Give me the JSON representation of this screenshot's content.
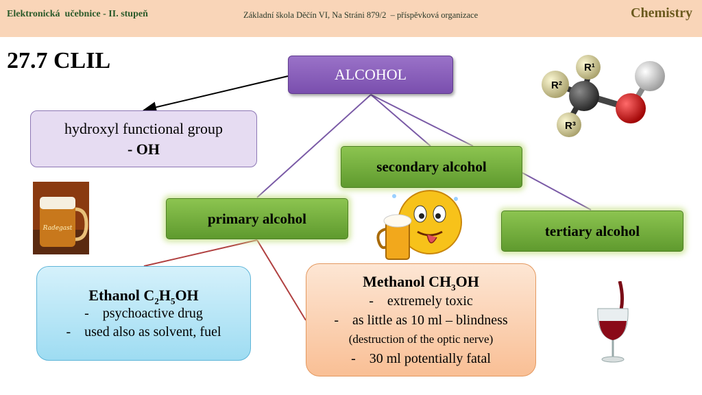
{
  "header": {
    "left": "Elektronická  učebnice - II. stupeň",
    "middle": "Základní škola Děčín VI, Na Stráni 879/2  – příspěvková organizace",
    "right": "Chemistry"
  },
  "title": "27.7 CLIL",
  "alcohol": "ALCOHOL",
  "hydroxyl": {
    "line1": "hydroxyl functional group",
    "line2": "- OH"
  },
  "secondary": "secondary alcohol",
  "primary": "primary alcohol",
  "tertiary": "tertiary alcohol",
  "ethanol": {
    "title": "Ethanol C",
    "sub1": "2",
    "mid": "H",
    "sub2": "5",
    "end": "OH",
    "items": [
      "-    psychoactive drug",
      "-    used also as solvent, fuel"
    ]
  },
  "methanol": {
    "title": "Methanol CH",
    "sub": "3",
    "end": "OH",
    "items": [
      "-    extremely toxic",
      "-    as little as 10 ml – blindness",
      "(destruction of the optic nerve)",
      "-    30 ml potentially fatal"
    ]
  },
  "molecule": {
    "r1": "R¹",
    "r2": "R²",
    "r3": "R³"
  },
  "beer_glass_label": "Radegast",
  "colors": {
    "header_bg": "#f9d5b8",
    "alcohol_box": "#7a4fae",
    "green_box": "#6aa834",
    "ethanol_box": "#9edcf2",
    "methanol_box": "#f9bf95",
    "connector_purple": "#7a5aa6",
    "connector_red": "#b04040"
  },
  "icons": [
    "beer-glass-image",
    "smiley-beer-icon",
    "wine-glass-image",
    "molecule-model-image"
  ]
}
